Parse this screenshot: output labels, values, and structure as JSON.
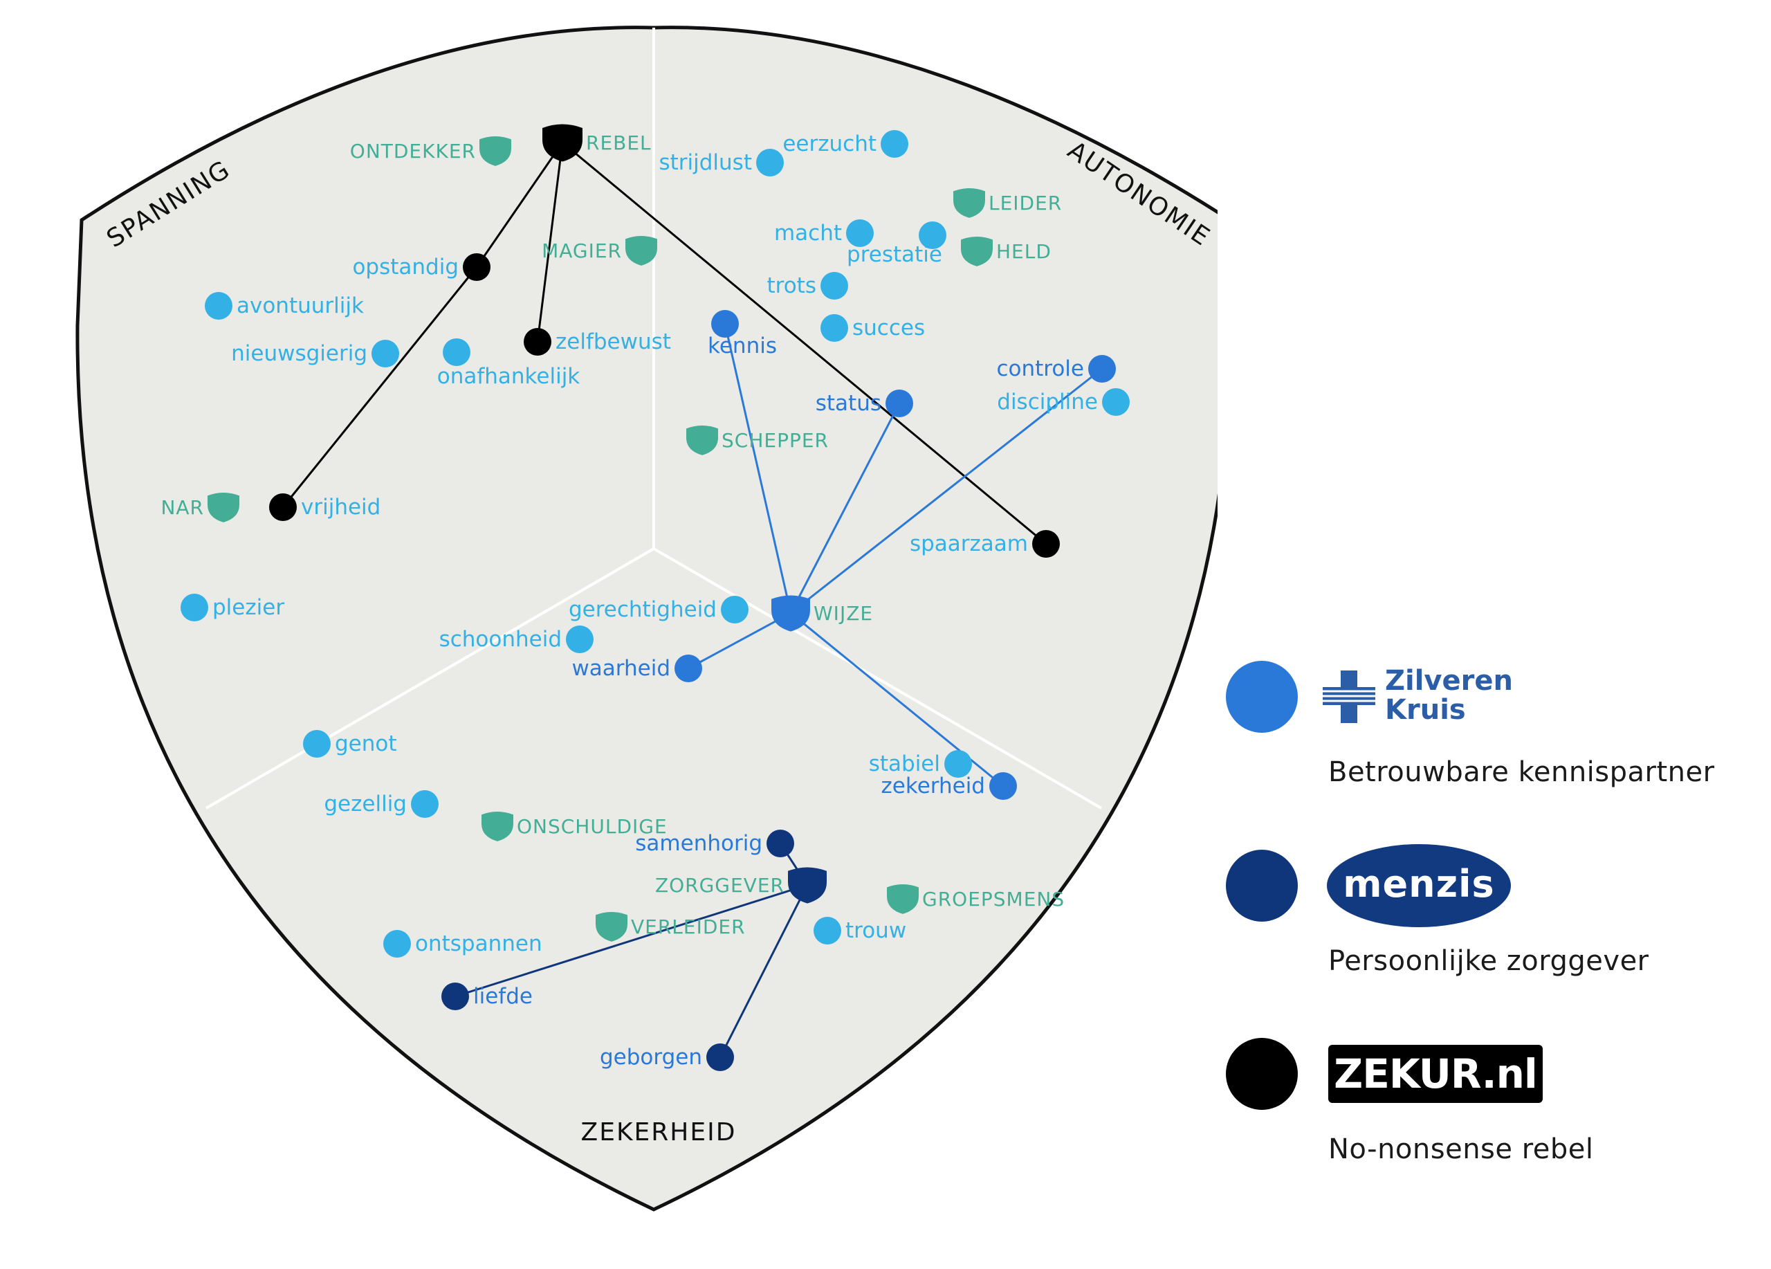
{
  "colors": {
    "shield_fill": "#eaebe6",
    "shield_stroke": "#111111",
    "divider": "#ffffff",
    "term_light": "#33b0e5",
    "term_zilveren": "#2a78d8",
    "term_menzis": "#0f357a",
    "term_zekur": "#000000",
    "archetype": "#43ae95"
  },
  "sectors": [
    "SPANNING",
    "AUTONOMIE",
    "ZEKERHEID"
  ],
  "terms": [
    {
      "name": "eerzucht",
      "kind": "light"
    },
    {
      "name": "strijdlust",
      "kind": "light"
    },
    {
      "name": "macht",
      "kind": "light"
    },
    {
      "name": "prestatie",
      "kind": "light"
    },
    {
      "name": "trots",
      "kind": "light"
    },
    {
      "name": "succes",
      "kind": "light"
    },
    {
      "name": "kennis",
      "kind": "zilveren"
    },
    {
      "name": "controle",
      "kind": "zilveren"
    },
    {
      "name": "discipline",
      "kind": "light"
    },
    {
      "name": "status",
      "kind": "zilveren"
    },
    {
      "name": "spaarzaam",
      "kind": "zekur"
    },
    {
      "name": "opstandig",
      "kind": "zekur"
    },
    {
      "name": "avontuurlijk",
      "kind": "light"
    },
    {
      "name": "nieuwsgierig",
      "kind": "light"
    },
    {
      "name": "onafhankelijk",
      "kind": "light"
    },
    {
      "name": "zelfbewust",
      "kind": "zekur"
    },
    {
      "name": "vrijheid",
      "kind": "zekur"
    },
    {
      "name": "plezier",
      "kind": "light"
    },
    {
      "name": "gerechtigheid",
      "kind": "light"
    },
    {
      "name": "schoonheid",
      "kind": "light"
    },
    {
      "name": "waarheid",
      "kind": "zilveren"
    },
    {
      "name": "genot",
      "kind": "light"
    },
    {
      "name": "gezellig",
      "kind": "light"
    },
    {
      "name": "stabiel",
      "kind": "light"
    },
    {
      "name": "zekerheid",
      "kind": "zilveren"
    },
    {
      "name": "samenhorig",
      "kind": "menzis"
    },
    {
      "name": "trouw",
      "kind": "light"
    },
    {
      "name": "ontspannen",
      "kind": "light"
    },
    {
      "name": "liefde",
      "kind": "menzis"
    },
    {
      "name": "geborgen",
      "kind": "menzis"
    }
  ],
  "archetypes": [
    {
      "name": "ONTDEKKER",
      "kind": "archetype"
    },
    {
      "name": "REBEL",
      "kind": "zekur"
    },
    {
      "name": "LEIDER",
      "kind": "archetype"
    },
    {
      "name": "HELD",
      "kind": "archetype"
    },
    {
      "name": "MAGIER",
      "kind": "archetype"
    },
    {
      "name": "SCHEPPER",
      "kind": "archetype"
    },
    {
      "name": "NAR",
      "kind": "archetype"
    },
    {
      "name": "WIJZE",
      "kind": "zilveren"
    },
    {
      "name": "ONSCHULDIGE",
      "kind": "archetype"
    },
    {
      "name": "ZORGGEVER",
      "kind": "menzis"
    },
    {
      "name": "GROEPSMENS",
      "kind": "archetype"
    },
    {
      "name": "VERLEIDER",
      "kind": "archetype"
    }
  ],
  "connections": [
    {
      "from": "REBEL",
      "to": "opstandig",
      "kind": "zekur"
    },
    {
      "from": "opstandig",
      "to": "vrijheid",
      "kind": "zekur"
    },
    {
      "from": "REBEL",
      "to": "zelfbewust",
      "kind": "zekur"
    },
    {
      "from": "REBEL",
      "to": "spaarzaam",
      "kind": "zekur"
    },
    {
      "from": "WIJZE",
      "to": "kennis",
      "kind": "zilveren"
    },
    {
      "from": "WIJZE",
      "to": "status",
      "kind": "zilveren"
    },
    {
      "from": "WIJZE",
      "to": "controle",
      "kind": "zilveren"
    },
    {
      "from": "WIJZE",
      "to": "waarheid",
      "kind": "zilveren"
    },
    {
      "from": "WIJZE",
      "to": "zekerheid",
      "kind": "zilveren"
    },
    {
      "from": "ZORGGEVER",
      "to": "samenhorig",
      "kind": "menzis"
    },
    {
      "from": "ZORGGEVER",
      "to": "liefde",
      "kind": "menzis"
    },
    {
      "from": "ZORGGEVER",
      "to": "geborgen",
      "kind": "menzis"
    }
  ],
  "legend": [
    {
      "brand": "zilveren",
      "logo_line1": "Zilveren",
      "logo_line2": "Kruis",
      "description": "Betrouwbare kennispartner",
      "color": "#2a78d8"
    },
    {
      "brand": "menzis",
      "logo": "menzis",
      "description": "Persoonlijke zorggever",
      "color": "#0f357a"
    },
    {
      "brand": "zekur",
      "logo": "ZEKUR.nl",
      "description": "No-nonsense rebel",
      "color": "#000000"
    }
  ]
}
